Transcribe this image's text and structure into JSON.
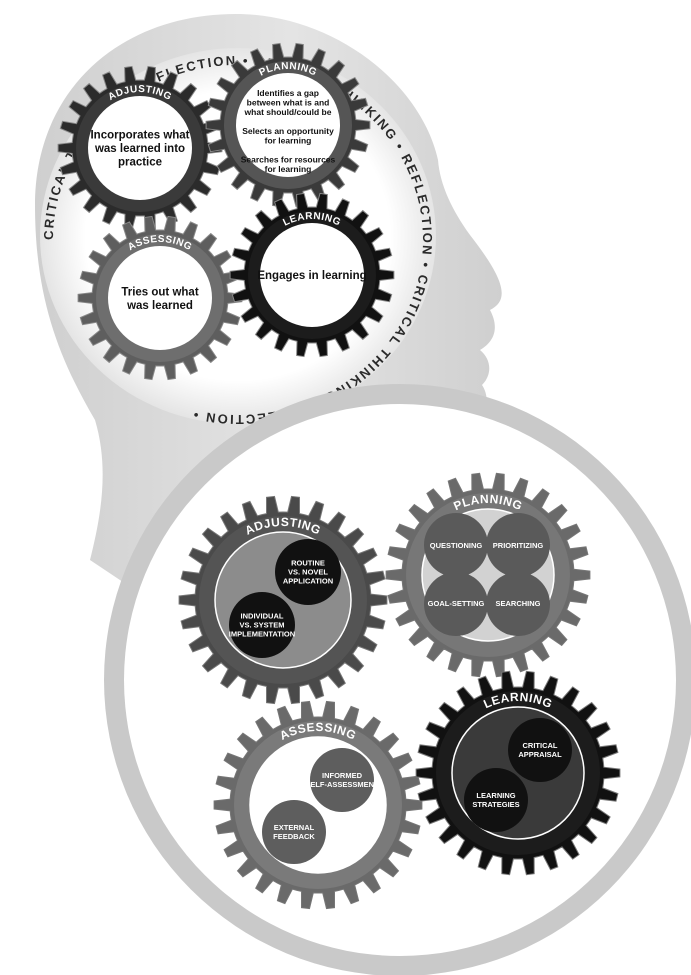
{
  "ring_text": "CRITICAL THINKING • REFLECTION • CRITICAL THINKING • REFLECTION • CRITICAL THINKING • REFLECTION •",
  "upper": {
    "adjusting": {
      "title": "ADJUSTING",
      "lines": [
        "Incorporates what",
        "was learned into",
        "practice"
      ]
    },
    "planning": {
      "title": "PLANNING",
      "lines": [
        "Identifies a gap",
        "between what is and",
        "what should/could be",
        "",
        "Selects an opportunity",
        "for learning",
        "",
        "Searches for resources",
        "for learning"
      ]
    },
    "assessing": {
      "title": "ASSESSING",
      "lines": [
        "Tries out what",
        "was learned"
      ]
    },
    "learning": {
      "title": "LEARNING",
      "lines": [
        "Engages in learning"
      ]
    }
  },
  "lower": {
    "adjusting": {
      "title": "ADJUSTING",
      "circle_a": [
        "ROUTINE",
        "VS. NOVEL",
        "APPLICATION"
      ],
      "circle_b": [
        "INDIVIDUAL",
        "VS. SYSTEM",
        "IMPLEMENTATION"
      ]
    },
    "planning": {
      "title": "PLANNING",
      "items": [
        "QUESTIONING",
        "PRIORITIZING",
        "GOAL-SETTING",
        "SEARCHING"
      ]
    },
    "assessing": {
      "title": "ASSESSING",
      "circle_a": [
        "INFORMED",
        "SELF-ASSESSMENT"
      ],
      "circle_b": [
        "EXTERNAL",
        "FEEDBACK"
      ]
    },
    "learning": {
      "title": "LEARNING",
      "circle_a": [
        "CRITICAL",
        "APPRAISAL"
      ],
      "circle_b": [
        "LEARNING",
        "STRATEGIES"
      ]
    }
  },
  "colors": {
    "dark": "#111111",
    "mid": "#5a5a5a",
    "gray": "#8a8a8a",
    "light": "#cfcfcf"
  }
}
